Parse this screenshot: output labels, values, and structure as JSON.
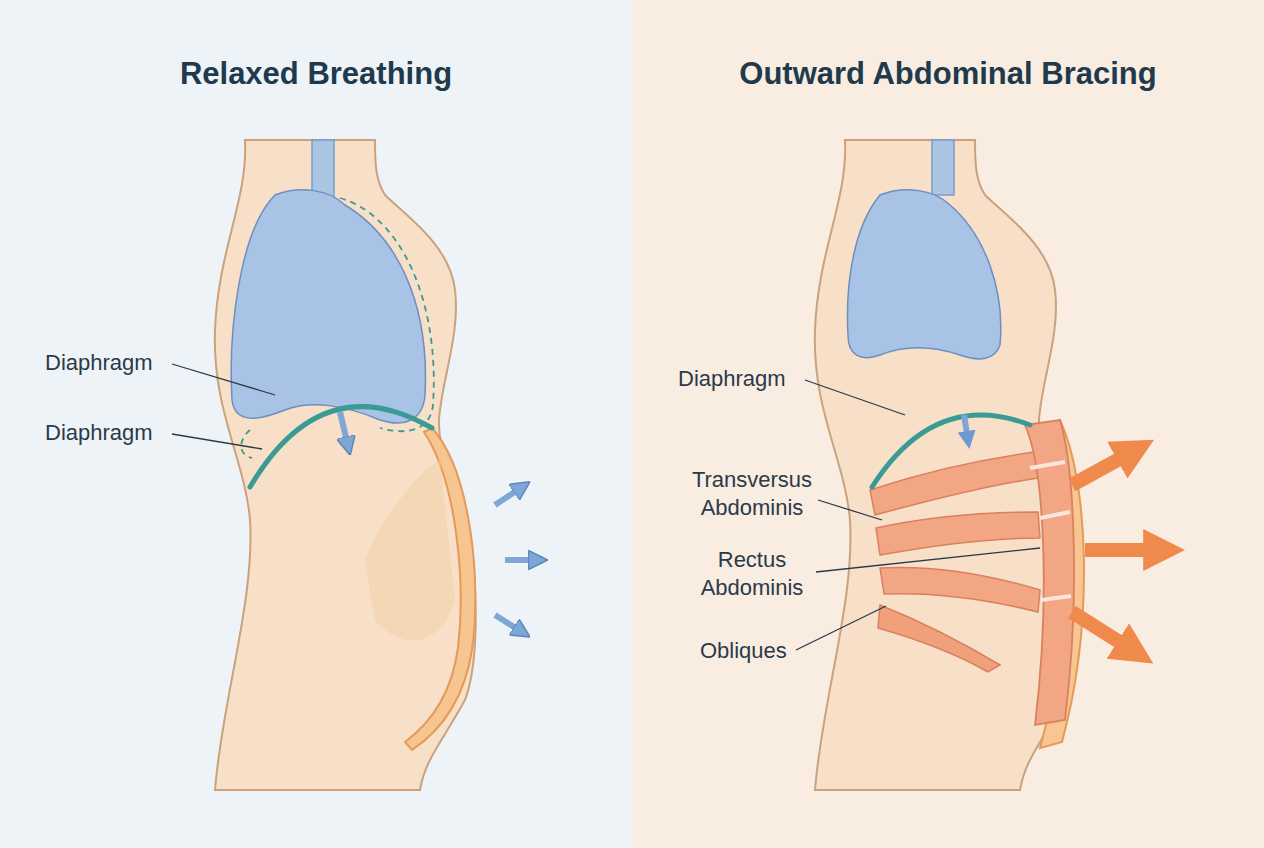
{
  "diagram": {
    "nodes": [
      {
        "text": [
          "Relaxed Breathing"
        ]
      },
      {
        "text": [
          "Outward Abdominal Bracing"
        ]
      }
    ],
    "labels": [
      "Diaphragm",
      "Diaphragm",
      "Diaphragm",
      "Transversus Abdominis",
      "Rectus Abdominis",
      "Obliques"
    ]
  }
}
